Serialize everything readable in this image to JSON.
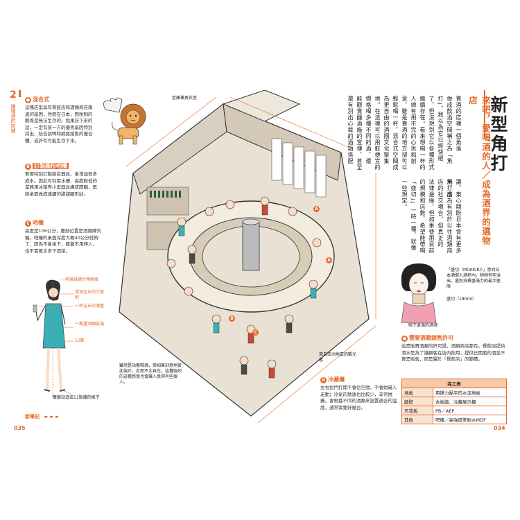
{
  "left": {
    "chapter_num": "2",
    "chapter_title": "讀懂酒的店鋪",
    "sections": [
      {
        "badge": "●",
        "title": "混合式",
        "body": "這種店型具有餐飲店和酒類商店兩邊的基因，然而在日本，因稅制的關係是無法生存的。如果店下來的話，一定有某一方的優秀基因特別突出，結合試喝和網路銷售的複合體，或許有可能生存下來。"
      },
      {
        "badge": "B",
        "title": "訂製圓形吧檯",
        "body": "若要特別訂製廚房器具，會增加很多成本。因此可利用水槽、高度較低的業務用冰箱等小型器具構成圓圈，再將桌面做成連續的甜甜圈形狀。"
      },
      {
        "badge": "C",
        "title": "吧檯",
        "body": "高度是106公分，腰部位置是酒類陳列櫃。吧檯的桌面深度大概40公分就夠了，因為不會坐下，膝蓋不用伸入，也不需要太多下酒菜。"
      }
    ],
    "figure_notes": [
      "一杯裝綠標竹角兩瓶",
      "填酒左右的大原則",
      "一杯左右的酒量",
      "一壽量酒類裝滿",
      "12數",
      "雙腳站道或11點鐘的樣子"
    ],
    "footer_label": "新筆記",
    "page_number": "035"
  },
  "center": {
    "top_label": "倉庫兼更衣室",
    "area_labels": [
      "A",
      "B",
      "C",
      "A"
    ],
    "callout_left": "雖然是站著喝酒，但如果刻意地彼此端正，反而不太自在。這種強烈的這種感覺也會讓人覺得有些煩人。",
    "callout_right": "來自亞洲地區的觀光客"
  },
  "right": {
    "title_main": "新型角打",
    "title_sub": "來吧，愛喝酒的人／成為酒界的選物店",
    "body_columns": [
      "讓，東心期盼日本會有更多角打出",
      "現，成為有別於以往酒類商",
      "店的社交場合。但真正的",
      "法律邊緣，但如果使用目前",
      "的規模和店數，希望能帶喝",
      "「盛切」」一時一種，就像",
      "一些規定。",
      "賣酒的店裡一個角落",
      "做成飲酒空間稱之為「角",
      "打」。我以為它已經快絕",
      "了，但沒想到它以各種形式",
      "繼續存在。看來想喝一杯的",
      "人總有用不完的心思和創",
      "意，雖是賣酒的地方卻可以",
      "輕鬆喝一杯，混合式空間成",
      "為更自由的酒國文化聚集",
      "地。在這裡可以用較便宜的",
      "價格喝多種不同的酒，還",
      "能觀賞釀酒廠的宣傳，甚至",
      "還有別出心裁的酒類搭配"
    ],
    "mokkiri_note": "「盛切（MOKKIRI）」意同日本酒倒入酒杯內，稍稍有些溢出，還別浪費盛滿力的最大極限",
    "masu_label": "盛切（180ml）",
    "masu_note": "喝下盛滿的酒酒",
    "license_title": "需要酒類銷售許可",
    "license_body": "這是販賣酒類的許可證，酒類商店都有。餐飲店提供酒水是為了讓顧客在店內飲用，提供已開瓶的酒並不算是販售，而是屬於「餐飲店」的範疇。",
    "table": {
      "header": "完工表",
      "rows": [
        {
          "k": "地板",
          "v": "用擇力壓平的水泥地板"
        },
        {
          "k": "牆壁",
          "v": "合板牆、冷藏展示櫃"
        },
        {
          "k": "天花板",
          "v": "PB／AEP"
        },
        {
          "k": "其他",
          "v": "吧檯／高強度美耐水MDF"
        }
      ]
    },
    "fridge_badge": "A",
    "fridge_title": "冷藏櫃",
    "fridge_body": "左右拉門打開不會佔空間，不會妨礙人走動；冷氣的散逸也比較少，非常推薦。會根據不同的酒類來設置適合的溫度，通常需要好幾台。",
    "page_number": "034"
  },
  "colors": {
    "accent": "#e46a2a",
    "accent_light": "#fbe3d2"
  }
}
